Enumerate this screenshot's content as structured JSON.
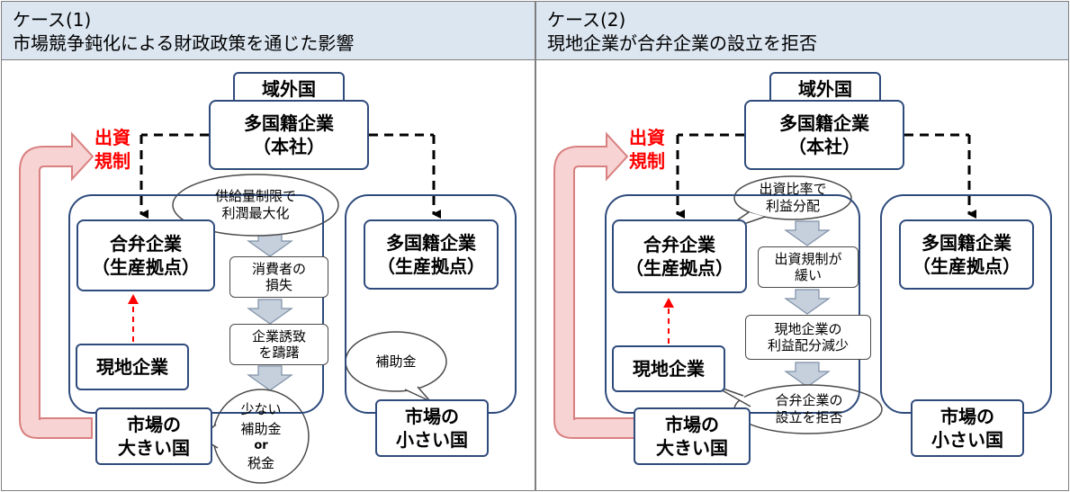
{
  "case1": {
    "header_line1": "ケース(1)",
    "header_line2": "市場競争鈍化による財政政策を通じた影響",
    "outside_country": "域外国",
    "mnc_hq_line1": "多国籍企業",
    "mnc_hq_line2": "（本社）",
    "jv_line1": "合弁企業",
    "jv_line2": "（生産拠点）",
    "local_firm": "現地企業",
    "mnc_base_line1": "多国籍企業",
    "mnc_base_line2": "（生産拠点）",
    "large_country_line1": "市場の",
    "large_country_line2": "大きい国",
    "small_country_line1": "市場の",
    "small_country_line2": "小さい国",
    "regulation_line1": "出資",
    "regulation_line2": "規制",
    "bubble_profit_line1": "供給量制限で",
    "bubble_profit_line2": "利潤最大化",
    "step1_line1": "消費者の",
    "step1_line2": "損失",
    "step2_line1": "企業誘致",
    "step2_line2": "を躊躇",
    "bubble_subsidy_small": "補助金",
    "bubble_large_line1": "少ない",
    "bubble_large_line2": "補助金",
    "bubble_large_line3": "or",
    "bubble_large_line4": "税金"
  },
  "case2": {
    "header_line1": "ケース(2)",
    "header_line2": "現地企業が合弁企業の設立を拒否",
    "outside_country": "域外国",
    "mnc_hq_line1": "多国籍企業",
    "mnc_hq_line2": "（本社）",
    "jv_line1": "合弁企業",
    "jv_line2": "（生産拠点）",
    "local_firm": "現地企業",
    "mnc_base_line1": "多国籍企業",
    "mnc_base_line2": "（生産拠点）",
    "large_country_line1": "市場の",
    "large_country_line2": "大きい国",
    "small_country_line1": "市場の",
    "small_country_line2": "小さい国",
    "regulation_line1": "出資",
    "regulation_line2": "規制",
    "bubble_profit_line1": "出資比率で",
    "bubble_profit_line2": "利益分配",
    "step1_line1": "出資規制が",
    "step1_line2": "緩い",
    "step2_line1": "現地企業の",
    "step2_line2": "利益配分減少",
    "bubble_refuse_line1": "合弁企業の",
    "bubble_refuse_line2": "設立を拒否"
  },
  "colors": {
    "header_bg": "#dce6f1",
    "box_border": "#2f4b7c",
    "regulation_text": "#ff0000",
    "regulation_arrow_fill": "#f8d3d3",
    "regulation_arrow_stroke": "#d98080",
    "step_arrow_fill": "#c5d0dc",
    "dependency_arrow": "#ff0000"
  }
}
